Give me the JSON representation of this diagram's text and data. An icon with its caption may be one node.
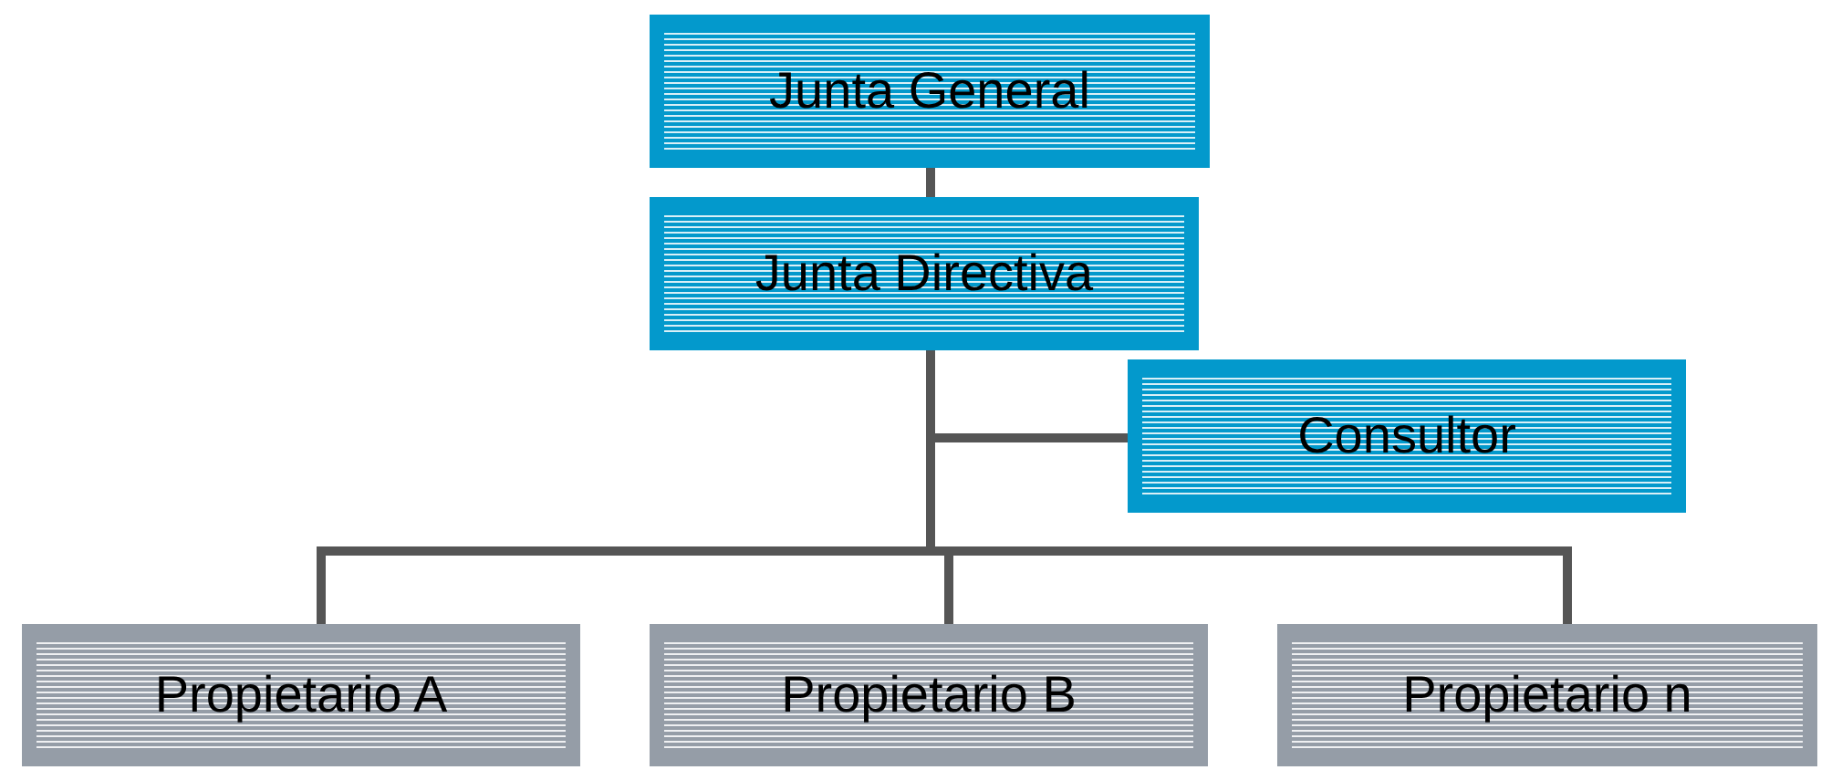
{
  "diagram": {
    "nodes": [
      {
        "text": [
          "Junta General"
        ]
      },
      {
        "text": [
          "Junta Directiva"
        ]
      },
      {
        "text": [
          "Consultor"
        ]
      },
      {
        "text": [
          "Propietario A"
        ]
      },
      {
        "text": [
          "Propietario B"
        ]
      },
      {
        "text": [
          "Propietario n"
        ]
      }
    ],
    "edges": [
      {
        "from": 0,
        "to": 1,
        "arrow": "none"
      },
      {
        "from": 1,
        "to": 2,
        "arrow": "none"
      },
      {
        "from": 1,
        "to": 3,
        "arrow": "none"
      },
      {
        "from": 1,
        "to": 4,
        "arrow": "none"
      },
      {
        "from": 1,
        "to": 5,
        "arrow": "none"
      }
    ]
  }
}
